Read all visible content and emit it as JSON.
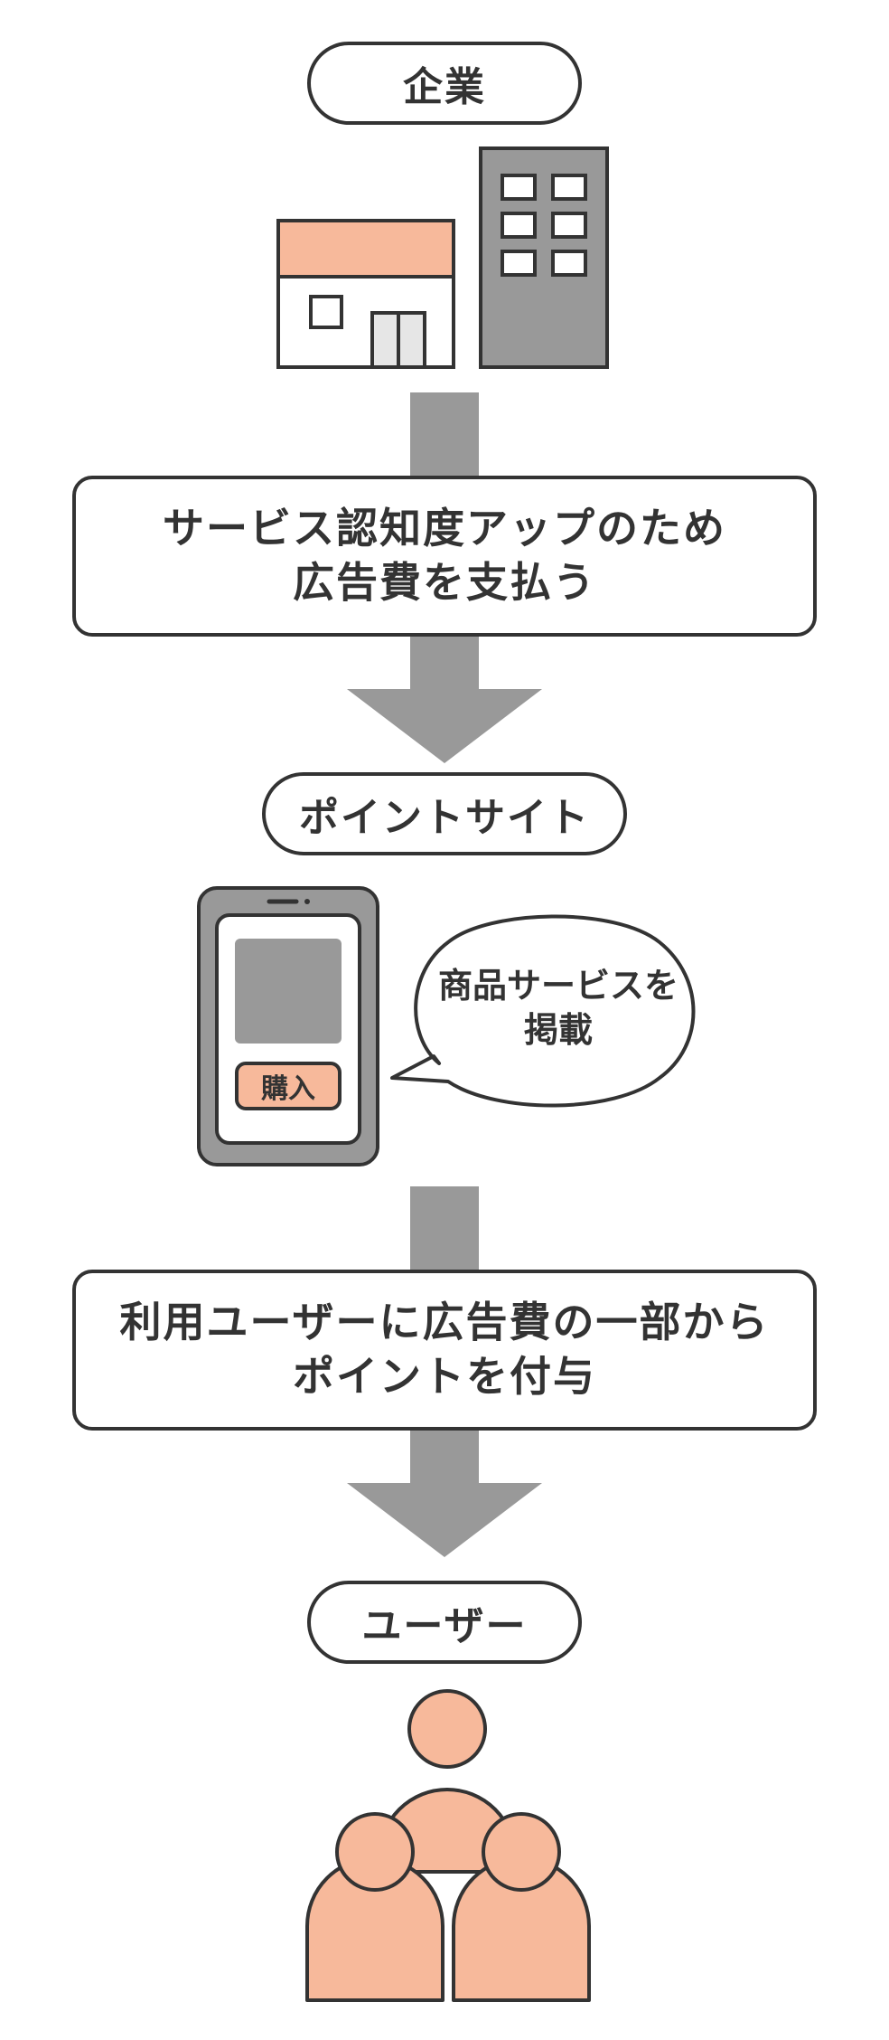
{
  "colors": {
    "stroke": "#333333",
    "gray": "#999999",
    "orange": "#F7B99B",
    "light_gray": "#E6E6E6",
    "white": "#FFFFFF"
  },
  "steps": {
    "company": {
      "label": "企業",
      "icon": "building-icon"
    },
    "pay": {
      "line1": "サービス認知度アップのため",
      "line2": "広告費を支払う"
    },
    "point_site": {
      "label": "ポイントサイト",
      "icon": "smartphone-icon"
    },
    "bubble": {
      "line1": "商品サービスを",
      "line2": "掲載"
    },
    "buy_button": "購入",
    "grant": {
      "line1": "利用ユーザーに広告費の一部から",
      "line2": "ポイントを付与"
    },
    "user": {
      "label": "ユーザー",
      "icon": "users-icon"
    }
  }
}
